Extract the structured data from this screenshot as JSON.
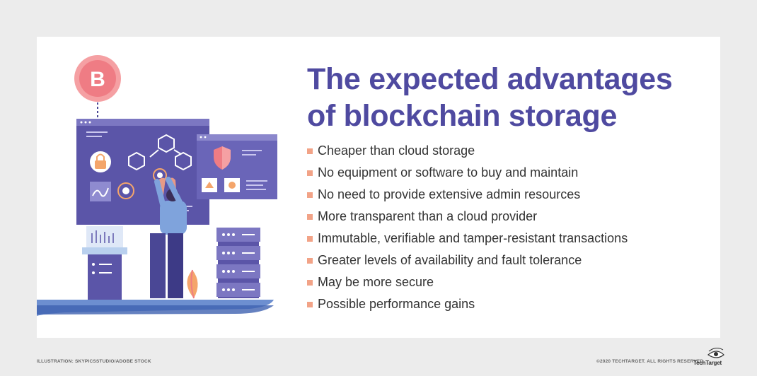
{
  "title": "The expected advantages of blockchain storage",
  "advantages": [
    "Cheaper than cloud storage",
    "No equipment or software to buy and maintain",
    "No need to provide extensive admin resources",
    "More transparent than a cloud provider",
    "Immutable, verifiable and tamper-resistant transactions",
    "Greater levels of availability and fault tolerance",
    "May be more secure",
    "Possible performance gains"
  ],
  "footer": {
    "credit": "ILLUSTRATION: SKYPICSSTUDIO/ADOBE STOCK",
    "copyright": "©2020 TECHTARGET. ALL RIGHTS RESERVED",
    "logo": "TechTarget"
  },
  "illustration": {
    "coin_symbol": "B",
    "icons": [
      "bitcoin-coin-icon",
      "lock-icon",
      "shield-icon",
      "server-rack-icon",
      "person-figure",
      "leaf-icon"
    ]
  },
  "colors": {
    "title": "#4f4aa0",
    "bullet": "#f2a387",
    "panel": "#4a4795",
    "accent": "#f4a56b"
  }
}
